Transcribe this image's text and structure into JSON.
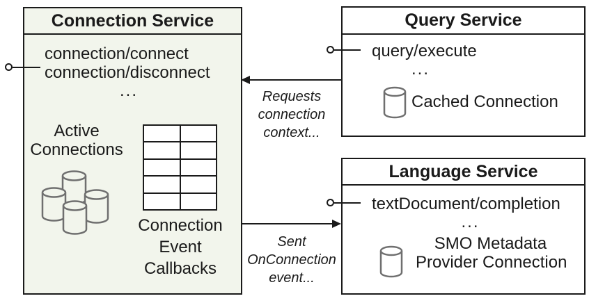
{
  "connection_service": {
    "title": "Connection Service",
    "methods": [
      "connection/connect",
      "connection/disconnect"
    ],
    "ellipsis": "...",
    "active_connections": [
      "Active",
      "Connections"
    ],
    "callbacks": [
      "Connection",
      "Event",
      "Callbacks"
    ]
  },
  "query_service": {
    "title": "Query Service",
    "methods": [
      "query/execute"
    ],
    "ellipsis": "...",
    "cached_connection": "Cached Connection"
  },
  "language_service": {
    "title": "Language Service",
    "methods": [
      "textDocument/completion"
    ],
    "ellipsis": "...",
    "smo": [
      "SMO Metadata",
      "Provider Connection"
    ]
  },
  "arrows": {
    "requests_label": [
      "Requests",
      "connection",
      "context..."
    ],
    "sent_label": [
      "Sent",
      "OnConnection",
      "event..."
    ]
  },
  "colors": {
    "connection_fill": "#f2f5ec",
    "service_fill": "#ffffff",
    "line": "#1a1a1a",
    "cylinder_stroke": "#6f6f6f"
  }
}
